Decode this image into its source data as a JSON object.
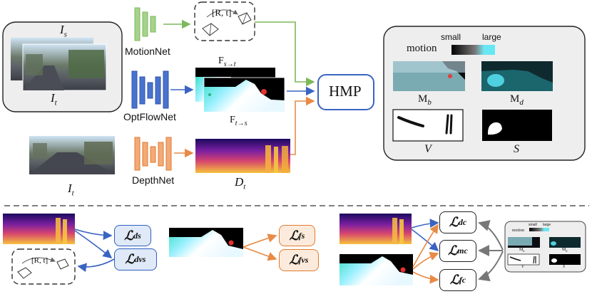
{
  "labels": {
    "motionnet": "MotionNet",
    "optflownet": "OptFlowNet",
    "depthnet": "DepthNet",
    "hmp": "HMP",
    "pose": "[R, t]",
    "pose_small": "[R, t]",
    "is": "I",
    "is_sub": "s",
    "it": "I",
    "it_sub": "t",
    "it2": "I",
    "it2_sub": "t",
    "fst": "F",
    "fst_sub": "s→t",
    "fts": "F",
    "fts_sub": "t→s",
    "dt": "D",
    "dt_sub": "t",
    "mb": "M",
    "mb_sub": "b",
    "md": "M",
    "md_sub": "d",
    "v": "V",
    "s": "S",
    "motion": "motion",
    "small": "small",
    "large": "large"
  },
  "losses": {
    "lds": "ℒ",
    "lds_sub": "ds",
    "ldvs": "ℒ",
    "ldvs_sub": "dvs",
    "lfs": "ℒ",
    "lfs_sub": "fs",
    "lfvs": "ℒ",
    "lfvs_sub": "fvs",
    "ldc": "ℒ",
    "ldc_sub": "dc",
    "lmc": "ℒ",
    "lmc_sub": "mc",
    "lfc": "ℒ",
    "lfc_sub": "fc"
  },
  "mini": {
    "motion": "motion",
    "small": "small",
    "large": "large",
    "mb": "M",
    "mb_sub": "b",
    "md": "M",
    "md_sub": "d",
    "v": "V",
    "s": "S"
  },
  "colors": {
    "green": "#7cb85a",
    "blue": "#3a64c2",
    "orange": "#e98a46",
    "gray": "#777777",
    "panel": "#eeeeee"
  }
}
